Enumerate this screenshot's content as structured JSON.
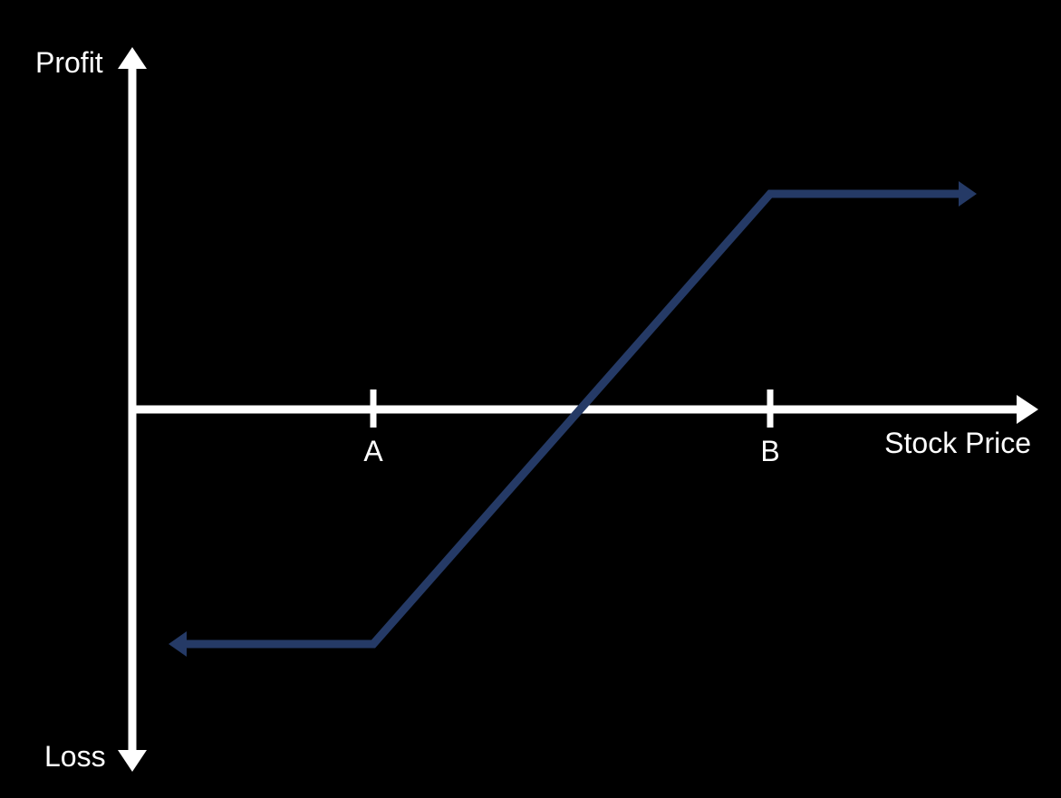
{
  "diagram": {
    "y_axis_top_label": "Profit",
    "y_axis_bottom_label": "Loss",
    "x_axis_label": "Stock Price",
    "tick_a_label": "A",
    "tick_b_label": "B"
  },
  "colors": {
    "background": "#000000",
    "axis": "#ffffff",
    "payoff_line": "#253a66"
  }
}
